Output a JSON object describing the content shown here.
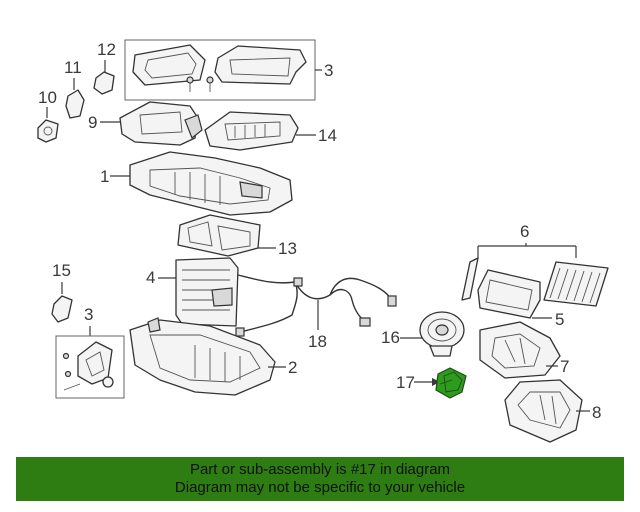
{
  "callouts": {
    "c1": "1",
    "c2": "2",
    "c3a": "3",
    "c3b": "3",
    "c4": "4",
    "c5": "5",
    "c6": "6",
    "c7": "7",
    "c8": "8",
    "c9": "9",
    "c10": "10",
    "c11": "11",
    "c12": "12",
    "c13": "13",
    "c14": "14",
    "c15": "15",
    "c16": "16",
    "c17": "17",
    "c18": "18"
  },
  "highlighted_part": "17",
  "colors": {
    "highlight": "#2e9b1f",
    "banner": "#2e7d12",
    "ink": "#333333"
  },
  "banner": {
    "line1": "Part or sub-assembly is #17 in diagram",
    "line2": "Diagram may not be specific to your vehicle"
  }
}
